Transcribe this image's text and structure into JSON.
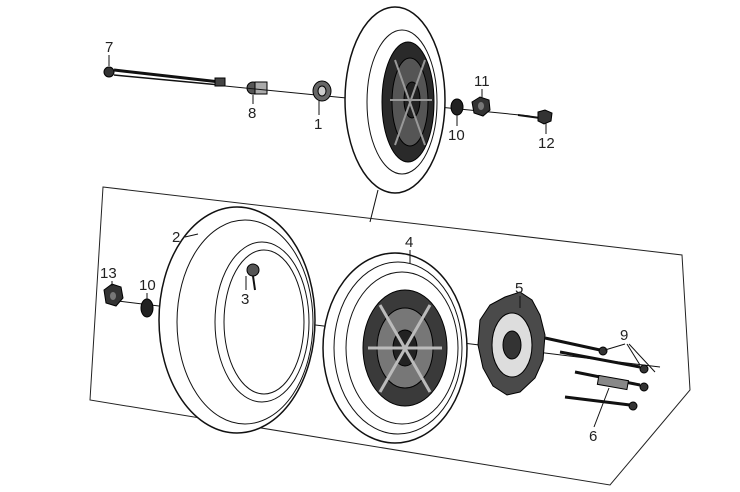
{
  "diagram": {
    "callouts": {
      "c1": "1",
      "c2": "2",
      "c3": "3",
      "c4": "4",
      "c5": "5",
      "c6": "6",
      "c7": "7",
      "c8": "8",
      "c9": "9",
      "c10a": "10",
      "c10b": "10",
      "c11": "11",
      "c12": "12",
      "c13": "13"
    }
  }
}
